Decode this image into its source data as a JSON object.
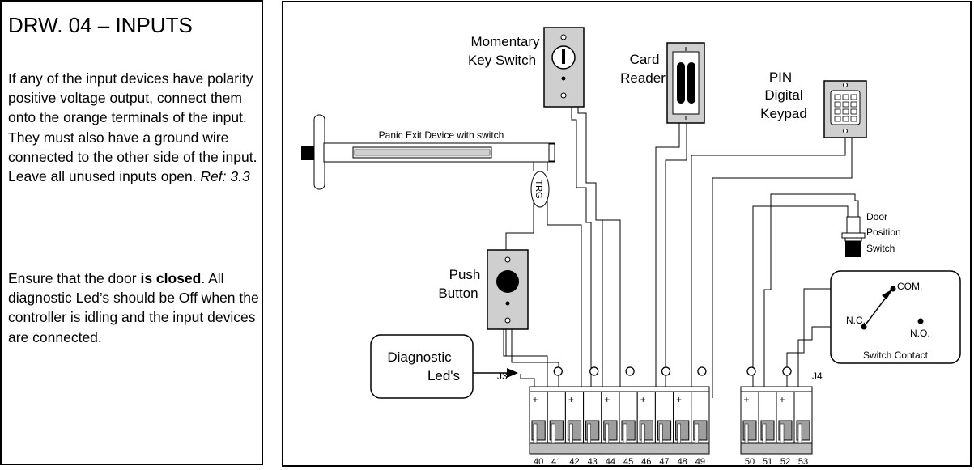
{
  "panel": {
    "title": "DRW. 04 – INPUTS",
    "para1_main": "If any of the input devices have  polarity positive voltage output, connect them onto the orange terminals of the input. They must also have a  ground wire connected to the other side of the input. Leave all unused inputs open. ",
    "para1_ref": "Ref: 3.3",
    "para2_pre": "Ensure that the door ",
    "para2_bold": "is closed",
    "para2_post": ". All diagnostic Led’s should be Off when the controller is idling and the input devices are connected."
  },
  "diagram": {
    "panic_label": "Panic Exit Device with switch",
    "trg_label": "TRG",
    "key_switch": [
      "Momentary",
      "Key Switch"
    ],
    "card_reader": [
      "Card",
      "Reader"
    ],
    "pin_keypad": [
      "PIN",
      "Digital",
      "Keypad"
    ],
    "door_switch": [
      "Door",
      "Position",
      "Switch"
    ],
    "push_button": [
      "Push",
      "Button"
    ],
    "diag_leds": [
      "Diagnostic",
      "Led's"
    ],
    "switch_contact": "Switch Contact",
    "com_label": "COM.",
    "nc_label": "N.C.",
    "no_label": "N.O.",
    "j3_label": "J3",
    "j4_label": "J4",
    "plus_sign": "+",
    "j3_terminals": [
      "40",
      "41",
      "42",
      "43",
      "44",
      "45",
      "46",
      "47",
      "48",
      "49"
    ],
    "j4_terminals": [
      "50",
      "51",
      "52",
      "53"
    ]
  }
}
